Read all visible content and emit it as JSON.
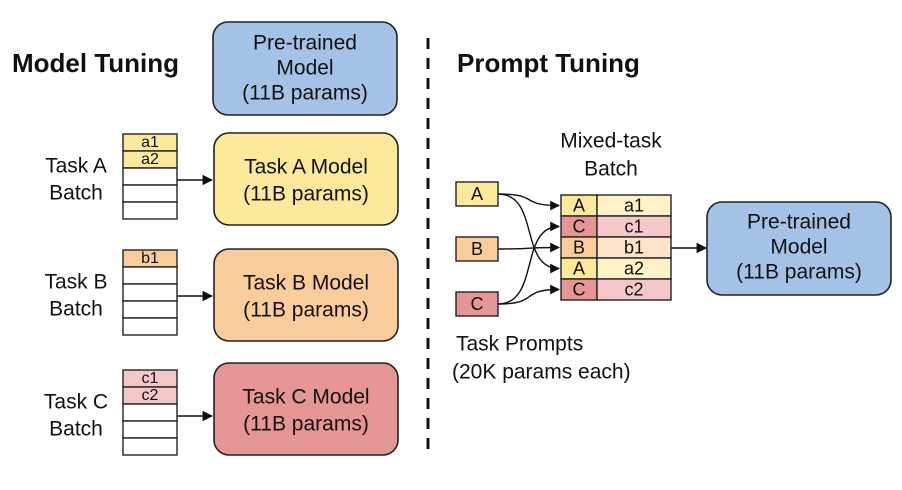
{
  "left_panel": {
    "heading": "Model Tuning",
    "pretrained": {
      "lines": [
        "Pre-trained",
        "Model",
        "(11B params)"
      ],
      "color": "#a4c2e6"
    },
    "tasks": [
      {
        "batch_lines": [
          "Task A",
          "Batch"
        ],
        "rows": [
          "a1",
          "a2",
          "",
          "",
          ""
        ],
        "row_color": "#fde99b",
        "model_lines": [
          "Task A Model",
          "(11B params)"
        ],
        "model_color": "#fde99b"
      },
      {
        "batch_lines": [
          "Task B",
          "Batch"
        ],
        "rows": [
          "b1",
          "",
          "",
          "",
          ""
        ],
        "row_color": "#f8cd9b",
        "model_lines": [
          "Task B Model",
          "(11B params)"
        ],
        "model_color": "#f8cd9b"
      },
      {
        "batch_lines": [
          "Task C",
          "Batch"
        ],
        "rows": [
          "c1",
          "c2",
          "",
          "",
          ""
        ],
        "row_color": "#f4c8c8",
        "model_lines": [
          "Task C Model",
          "(11B params)"
        ],
        "model_color": "#e59593"
      }
    ]
  },
  "right_panel": {
    "heading": "Prompt Tuning",
    "prompts": [
      {
        "label": "A",
        "color": "#fde99b"
      },
      {
        "label": "B",
        "color": "#f8cd9b"
      },
      {
        "label": "C",
        "color": "#e59593"
      }
    ],
    "batch_title_lines": [
      "Mixed-task",
      "Batch"
    ],
    "batch_rows": [
      {
        "prompt": "A",
        "value": "a1",
        "prompt_color": "#fde99b",
        "value_color": "#fff2c6"
      },
      {
        "prompt": "C",
        "value": "c1",
        "prompt_color": "#e59593",
        "value_color": "#f4c8c8"
      },
      {
        "prompt": "B",
        "value": "b1",
        "prompt_color": "#f8cd9b",
        "value_color": "#fde3c8"
      },
      {
        "prompt": "A",
        "value": "a2",
        "prompt_color": "#fde99b",
        "value_color": "#fff2c6"
      },
      {
        "prompt": "C",
        "value": "c2",
        "prompt_color": "#e59593",
        "value_color": "#f4c8c8"
      }
    ],
    "pretrained": {
      "lines": [
        "Pre-trained",
        "Model",
        "(11B params)"
      ],
      "color": "#a4c2e6"
    },
    "prompts_caption_lines": [
      "Task Prompts",
      "(20K params each)"
    ]
  }
}
